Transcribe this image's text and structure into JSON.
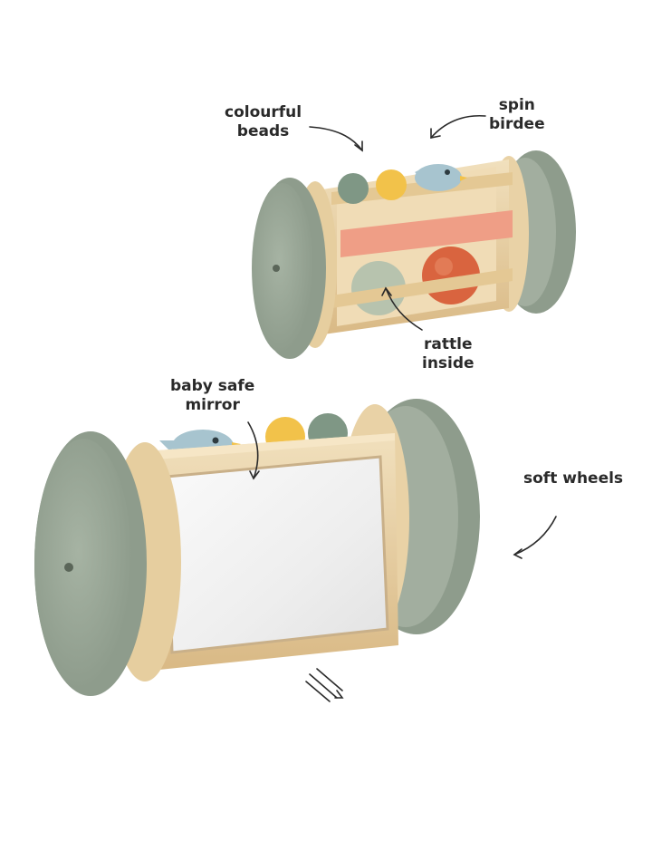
{
  "labels": {
    "colourful_beads": [
      "colourful",
      "beads"
    ],
    "spin_birdee": [
      "spin",
      "birdee"
    ],
    "rattle_inside": [
      "rattle",
      "inside"
    ],
    "baby_safe_mirror": [
      "baby safe",
      "mirror"
    ],
    "soft_wheels": "soft wheels"
  },
  "colors": {
    "wheel_sage": "#9aa898",
    "wheel_sage_dark": "#7d8c7b",
    "wood_light": "#ecd7b0",
    "wood_mid": "#ddbf8c",
    "rod": "#e7cfa3",
    "pink_rod": "#ef9e86",
    "bead_green": "#8a9e8c",
    "bead_yellow": "#f2c24a",
    "bead_red": "#d9643f",
    "bead_sage_light": "#b4c2ad",
    "bird_blue": "#a7c4cf",
    "mirror": "#f3f3f3"
  }
}
